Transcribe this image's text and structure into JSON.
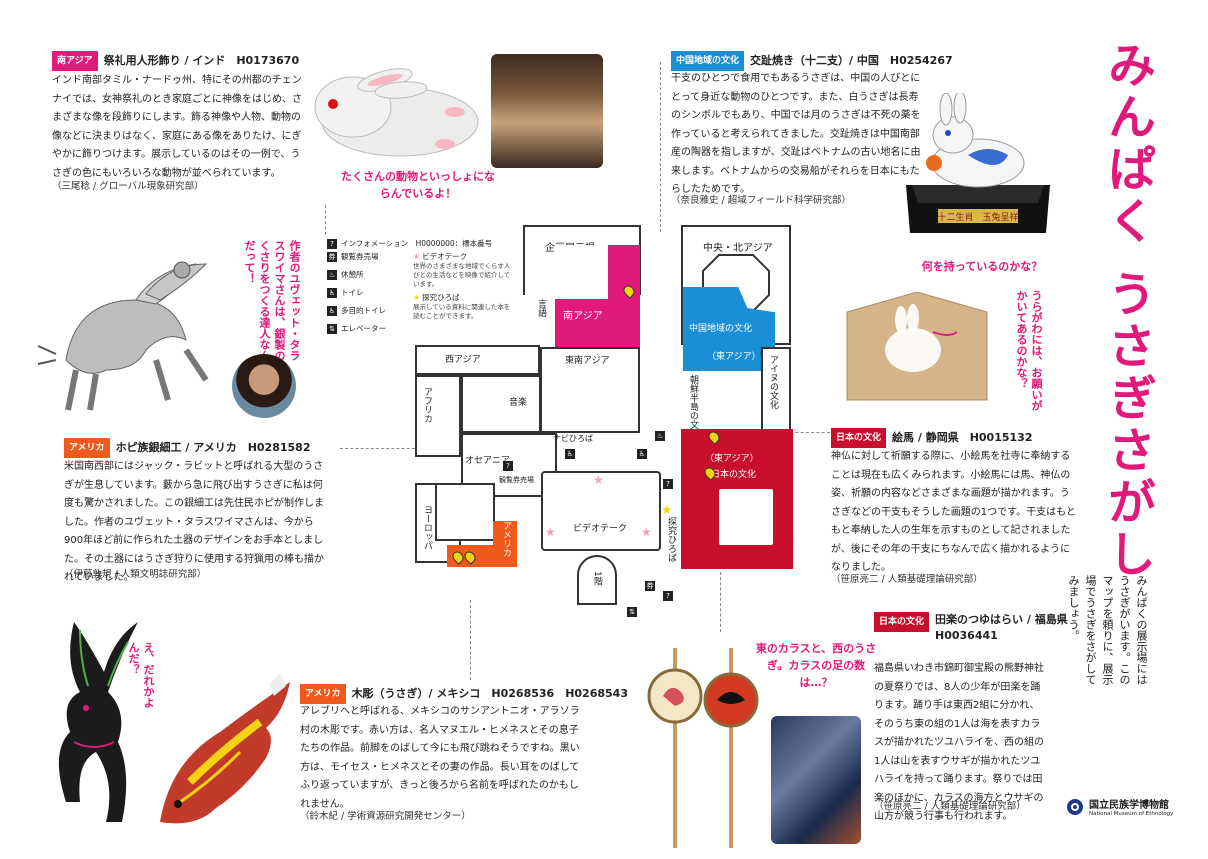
{
  "title": "みんぱく うさぎさがし",
  "subtitle": "みんぱくの展示場にはうさぎがいます。このマップを頼りに、展示場でうさぎをさがしてみましょう。",
  "museum": {
    "name_ja": "国立民族学博物館",
    "name_en": "National Museum of Ethnology"
  },
  "colors": {
    "pink": "#e0197a",
    "blue": "#1a8fd6",
    "red": "#c8102e",
    "orange": "#ef5a1c",
    "yellow": "#f5d312"
  },
  "items": {
    "india": {
      "region": "南アジア",
      "title": "祭礼用人形飾り / インド　H0173670",
      "body": "インド南部タミル・ナードゥ州、特にその州都のチェンナイでは、女神祭礼のとき家庭ごとに神像をはじめ、さまざまな像を段飾りにします。飾る神像や人物、動物の像などに決まりはなく、家庭にある像をありたけ、にぎやかに飾りつけます。展示しているのはその一例で、うさぎの色にもいろいろな動物が並べられています。",
      "credit": "（三尾稔 / グローバル現象研究部）",
      "note": "たくさんの動物といっしょにならんでいるよ！"
    },
    "china": {
      "region": "中国地域の文化",
      "title": "交趾焼き（十二支）/ 中国　H0254267",
      "body": "干支のひとつで食用でもあるうさぎは、中国の人びとにとって身近な動物のひとつです。また、白うさぎは長寿のシンボルでもあり、中国では月のうさぎは不死の薬を作っていると考えられてきました。交趾焼きは中国南部産の陶器を指しますが、交趾はベトナムの古い地名に由来します。ベトナムからの交易船がそれらを日本にもたらしたためです。",
      "credit": "（奈良雅史 / 超域フィールド科学研究部）",
      "note": "何を持っているのかな？",
      "plaque": "十二生肖　玉兔呈祥"
    },
    "america": {
      "region": "アメリカ",
      "title": "ホピ族銀細工 / アメリカ　H0281582",
      "body": "米国南西部にはジャック・ラビットと呼ばれる大型のうさぎが生息しています。藪から急に飛び出すうさぎに私は何度も驚かされました。この銀細工は先住民ホピが制作しました。作者のユヴェット・タラスワイマさんは、今から900年ほど前に作られた土器のデザインをお手本としました。その土器にはうさぎ狩りに使用する狩猟用の棒も描かれていました。",
      "credit": "（伊藤敦規 / 人類文明誌研究部）",
      "note": "作者のユヴェット・タラスワイマさんは、銀製のくさりをつくる達人なんだって！"
    },
    "ema": {
      "region": "日本の文化",
      "title": "絵馬 / 静岡県　H0015132",
      "body": "神仏に対して祈願する際に、小絵馬を社寺に奉納することは現在も広くみられます。小絵馬には馬、神仏の姿、祈願の内容などさまざまな画題が描かれます。うさぎなどの干支もそうした画題の1つです。干支はもともと奉納した人の生年を示すものとして記されましたが、後にその年の干支にちなんで広く描かれるようになりました。",
      "credit": "（笹原亮二 / 人類基礎理論研究部）",
      "note": "うらがわには、お願いがかいてあるのかな？"
    },
    "mexico": {
      "region": "アメリカ",
      "title": "木彫（うさぎ）/ メキシコ　H0268536　H0268543",
      "body": "アレブリヘと呼ばれる、メキシコのサンアントニオ・アラソラ村の木彫です。赤い方は、名人マヌエル・ヒメネスとその息子たちの作品。前脚をのばして今にも飛び跳ねそうですね。黒い方は、モイセス・ヒメネスとその妻の作品。長い耳をのばしてふり返っていますが、きっと後ろから名前を呼ばれたのかもしれません。",
      "credit": "（鈴木紀 / 学術資源研究開発センター）",
      "note": "え、だれかよんだ？"
    },
    "dengaku": {
      "region": "日本の文化",
      "title": "田楽のつゆはらい / 福島県　H0036441",
      "body": "福島県いわき市錦町御宝殿の熊野神社の夏祭りでは、8人の少年が田楽を踊ります。踊り手は東西2組に分かれ、そのうち東の組の1人は海を表すカラスが描かれたツユハライを、西の組の1人は山を表すウサギが描かれたツユハライを持って踊ります。祭りでは田楽のほかに、カラスの海方とウサギの山方が競う行事も行われます。",
      "credit": "（笹原亮二 / 人類基礎理論研究部）",
      "note": "東のカラスと、西のうさぎ。カラスの足の数は…？"
    }
  },
  "map": {
    "legend": {
      "info": "インフォメーション",
      "number": "H0000000：標本番号",
      "ticket": "観覧券売場",
      "rest": "休憩所",
      "toilet": "トイレ",
      "mp_toilet": "多目的トイレ",
      "elevator": "エレベーター",
      "video": "ビデオテーク",
      "video_desc": "世界のさまざまな地域でくらす人びとの生活などを映像で紹介しています。",
      "explore": "探究ひろば",
      "explore_desc": "展示している資料に関連した本を読むことができます。"
    },
    "rooms": {
      "special": "企画展示場",
      "central_north_asia": "中央・北アジア",
      "south_asia": "南アジア",
      "china_culture": "中国地域の文化",
      "east_asia": "（東アジア）",
      "southeast_asia": "東南アジア",
      "west_asia": "西アジア",
      "africa": "アフリカ",
      "music": "音楽",
      "oceania": "オセアニア",
      "europe": "ヨーロッパ",
      "america": "アメリカ",
      "language": "言語",
      "korea": "朝鮮半島の文化",
      "ainu": "アイヌの文化",
      "japan_east_asia": "（東アジア）",
      "japan_culture": "日本の文化",
      "navi": "ナビひろば",
      "videotheque": "ビデオテーク",
      "explore": "探究ひろば",
      "ticket": "観覧券売場",
      "stairs": "1階"
    }
  }
}
